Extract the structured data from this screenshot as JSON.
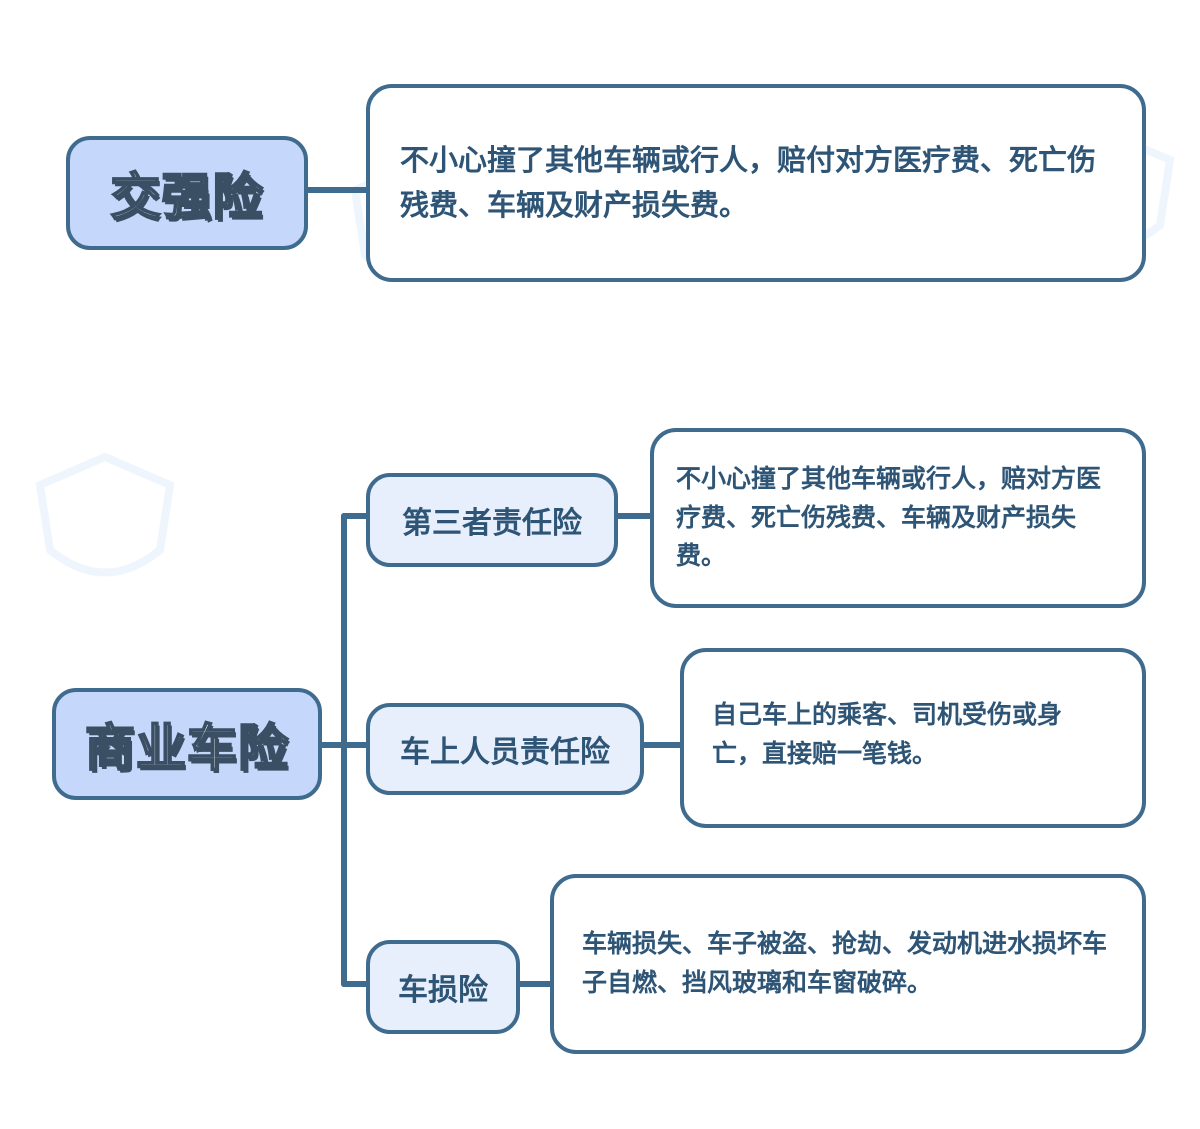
{
  "colors": {
    "line": "#3f6b8e",
    "main_fill": "#c5d8fb",
    "sub_fill": "#e7effd",
    "text": "#2f5576",
    "watermark": "#e3eefc"
  },
  "watermark_icon": "shield-logo-icon",
  "compulsory": {
    "title": "交强险",
    "description": "不小心撞了其他车辆或行人，赔付对方医疗费、死亡伤残费、车辆及财产损失费。"
  },
  "commercial": {
    "title": "商业车险",
    "items": [
      {
        "title": "第三者责任险",
        "description": "不小心撞了其他车辆或行人，赔对方医疗费、死亡伤残费、车辆及财产损失费。"
      },
      {
        "title": "车上人员责任险",
        "description": "自己车上的乘客、司机受伤或身亡，直接赔一笔钱。"
      },
      {
        "title": "车损险",
        "description": "车辆损失、车子被盗、抢劫、发动机进水损坏车子自燃、挡风玻璃和车窗破碎。"
      }
    ]
  }
}
